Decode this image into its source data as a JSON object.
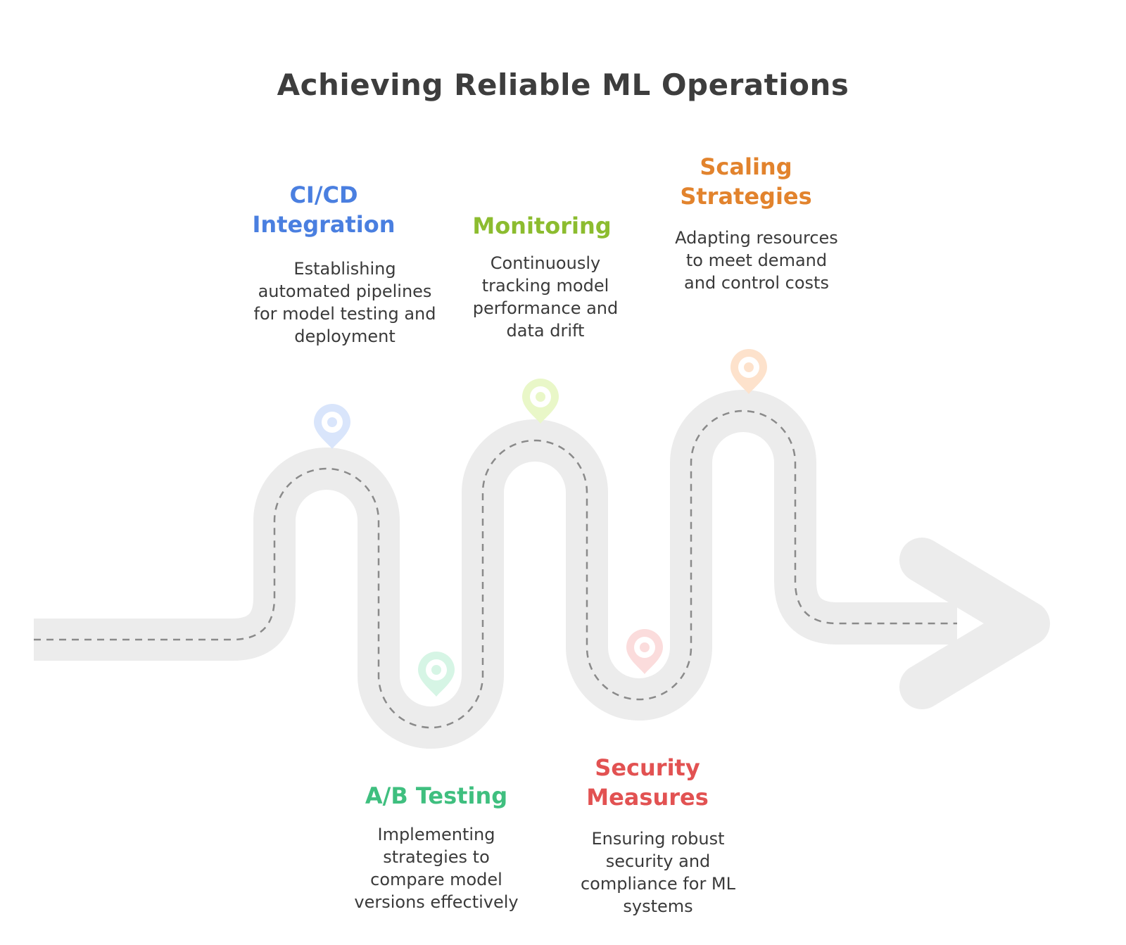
{
  "title": "Achieving Reliable ML Operations",
  "colors": {
    "road": "#ececec",
    "road_dash": "#8a8a8a",
    "cicd": "#4a7fe0",
    "abtest": "#3fbf7f",
    "monitoring": "#8cbc2f",
    "security": "#e25252",
    "scaling": "#e2832d"
  },
  "milestones": [
    {
      "id": "cicd",
      "title": "CI/CD Integration",
      "description": "Establishing automated pipelines for model testing and deployment",
      "icon": "map-pin-icon",
      "color": "#4a7fe0"
    },
    {
      "id": "abtest",
      "title": "A/B Testing",
      "description": "Implementing strategies to compare model versions effectively",
      "icon": "map-pin-icon",
      "color": "#3fbf7f"
    },
    {
      "id": "monitoring",
      "title": "Monitoring",
      "description": "Continuously tracking model performance and data drift",
      "icon": "map-pin-icon",
      "color": "#8cbc2f"
    },
    {
      "id": "security",
      "title": "Security Measures",
      "description": "Ensuring robust security and compliance for ML systems",
      "icon": "map-pin-icon",
      "color": "#e25252"
    },
    {
      "id": "scaling",
      "title": "Scaling Strategies",
      "description": "Adapting resources to meet demand and control costs",
      "icon": "map-pin-icon",
      "color": "#e2832d"
    }
  ]
}
